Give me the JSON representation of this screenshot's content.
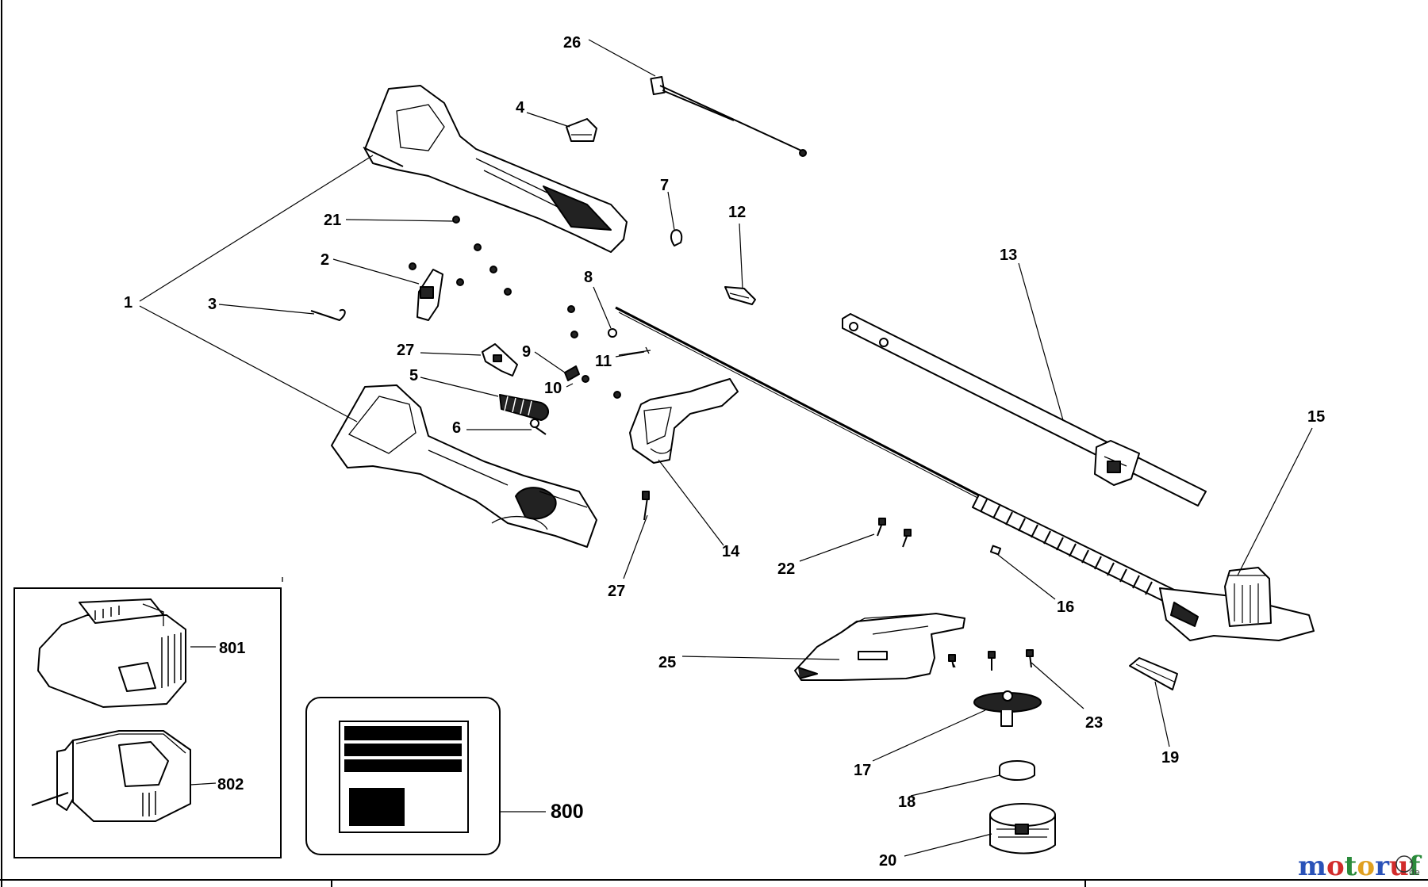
{
  "labels": {
    "p1": "1",
    "p2": "2",
    "p3": "3",
    "p4": "4",
    "p5": "5",
    "p6": "6",
    "p7": "7",
    "p8": "8",
    "p9": "9",
    "p10": "10",
    "p11": "11",
    "p12": "12",
    "p13": "13",
    "p14": "14",
    "p15": "15",
    "p16": "16",
    "p17": "17",
    "p18": "18",
    "p19": "19",
    "p20": "20",
    "p21": "21",
    "p22": "22",
    "p23": "23",
    "p25": "25",
    "p26": "26",
    "p27a": "27",
    "p27b": "27",
    "p800": "800",
    "p801": "801",
    "p802": "802"
  },
  "watermark": {
    "brand": "motoruf",
    "suffix": "de"
  },
  "colors": {
    "line": "#000000",
    "background": "#ffffff",
    "wm_m": "#2a52b8",
    "wm_o1": "#d22b2b",
    "wm_t": "#2a8a3a",
    "wm_o2": "#e0a020",
    "wm_r": "#2a52b8",
    "wm_u": "#d22b2b",
    "wm_f": "#2a8a3a"
  }
}
